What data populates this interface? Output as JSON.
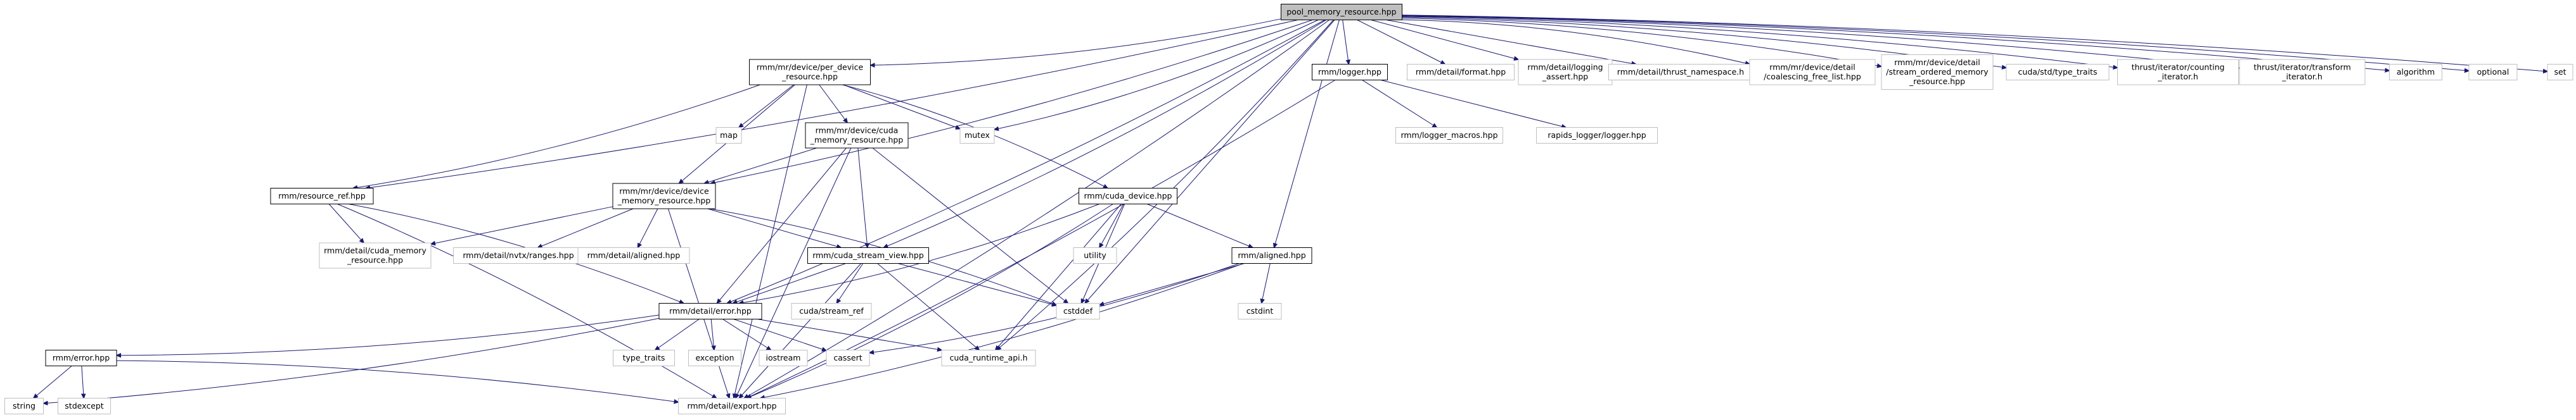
{
  "colors": {
    "edge": "#191970",
    "node_fill": "#ffffff",
    "node_border": "#000000",
    "ghost_border": "#bfbfbf",
    "root_fill": "#bfbfbf"
  },
  "graph": {
    "nodes": [
      {
        "id": "root",
        "lines": [
          "pool_memory_resource.hpp"
        ],
        "kind": "root"
      },
      {
        "id": "perdev",
        "lines": [
          "rmm/mr/device/per_device",
          "_resource.hpp"
        ],
        "kind": "file"
      },
      {
        "id": "mutex",
        "lines": [
          "mutex"
        ],
        "kind": "ghost"
      },
      {
        "id": "logger",
        "lines": [
          "rmm/logger.hpp"
        ],
        "kind": "file"
      },
      {
        "id": "format",
        "lines": [
          "rmm/detail/format.hpp"
        ],
        "kind": "ghost"
      },
      {
        "id": "logassert",
        "lines": [
          "rmm/detail/logging",
          "_assert.hpp"
        ],
        "kind": "ghost"
      },
      {
        "id": "thrustns",
        "lines": [
          "rmm/detail/thrust_namespace.h"
        ],
        "kind": "ghost"
      },
      {
        "id": "coalesce",
        "lines": [
          "rmm/mr/device/detail",
          "/coalescing_free_list.hpp"
        ],
        "kind": "ghost"
      },
      {
        "id": "streamord",
        "lines": [
          "rmm/mr/device/detail",
          "/stream_ordered_memory",
          "_resource.hpp"
        ],
        "kind": "ghost"
      },
      {
        "id": "typetraits",
        "lines": [
          "cuda/std/type_traits"
        ],
        "kind": "ghost"
      },
      {
        "id": "counting",
        "lines": [
          "thrust/iterator/counting",
          "_iterator.h"
        ],
        "kind": "ghost"
      },
      {
        "id": "transform",
        "lines": [
          "thrust/iterator/transform",
          "_iterator.h"
        ],
        "kind": "ghost"
      },
      {
        "id": "algorithm",
        "lines": [
          "algorithm"
        ],
        "kind": "ghost"
      },
      {
        "id": "optional",
        "lines": [
          "optional"
        ],
        "kind": "ghost"
      },
      {
        "id": "set",
        "lines": [
          "set"
        ],
        "kind": "ghost"
      },
      {
        "id": "map",
        "lines": [
          "map"
        ],
        "kind": "ghost"
      },
      {
        "id": "cudamr",
        "lines": [
          "rmm/mr/device/cuda",
          "_memory_resource.hpp"
        ],
        "kind": "file"
      },
      {
        "id": "loggermacros",
        "lines": [
          "rmm/logger_macros.hpp"
        ],
        "kind": "ghost"
      },
      {
        "id": "rapidslogger",
        "lines": [
          "rapids_logger/logger.hpp"
        ],
        "kind": "ghost"
      },
      {
        "id": "resref",
        "lines": [
          "rmm/resource_ref.hpp"
        ],
        "kind": "file"
      },
      {
        "id": "devmr",
        "lines": [
          "rmm/mr/device/device",
          "_memory_resource.hpp"
        ],
        "kind": "file"
      },
      {
        "id": "cudadev",
        "lines": [
          "rmm/cuda_device.hpp"
        ],
        "kind": "file"
      },
      {
        "id": "cudamrdetail",
        "lines": [
          "rmm/detail/cuda_memory",
          "_resource.hpp"
        ],
        "kind": "ghost"
      },
      {
        "id": "nvtx",
        "lines": [
          "rmm/detail/nvtx/ranges.hpp"
        ],
        "kind": "ghost"
      },
      {
        "id": "aligneddet",
        "lines": [
          "rmm/detail/aligned.hpp"
        ],
        "kind": "ghost"
      },
      {
        "id": "utility",
        "lines": [
          "utility"
        ],
        "kind": "ghost"
      },
      {
        "id": "aligned",
        "lines": [
          "rmm/aligned.hpp"
        ],
        "kind": "file"
      },
      {
        "id": "csv",
        "lines": [
          "rmm/cuda_stream_view.hpp"
        ],
        "kind": "file"
      },
      {
        "id": "streamref",
        "lines": [
          "cuda/stream_ref"
        ],
        "kind": "ghost"
      },
      {
        "id": "cstddef",
        "lines": [
          "cstddef"
        ],
        "kind": "ghost"
      },
      {
        "id": "cstdint",
        "lines": [
          "cstdint"
        ],
        "kind": "ghost"
      },
      {
        "id": "deterror",
        "lines": [
          "rmm/detail/error.hpp"
        ],
        "kind": "file"
      },
      {
        "id": "error",
        "lines": [
          "rmm/error.hpp"
        ],
        "kind": "file"
      },
      {
        "id": "typetraits2",
        "lines": [
          "type_traits"
        ],
        "kind": "ghost"
      },
      {
        "id": "exception",
        "lines": [
          "exception"
        ],
        "kind": "ghost"
      },
      {
        "id": "iostream",
        "lines": [
          "iostream"
        ],
        "kind": "ghost"
      },
      {
        "id": "cassert",
        "lines": [
          "cassert"
        ],
        "kind": "ghost"
      },
      {
        "id": "cudaruntime",
        "lines": [
          "cuda_runtime_api.h"
        ],
        "kind": "ghost"
      },
      {
        "id": "string",
        "lines": [
          "string"
        ],
        "kind": "ghost"
      },
      {
        "id": "stdexcept",
        "lines": [
          "stdexcept"
        ],
        "kind": "ghost"
      },
      {
        "id": "export",
        "lines": [
          "rmm/detail/export.hpp"
        ],
        "kind": "ghost"
      }
    ],
    "edges": [
      [
        "root",
        "perdev"
      ],
      [
        "root",
        "mutex"
      ],
      [
        "root",
        "logger"
      ],
      [
        "root",
        "format"
      ],
      [
        "root",
        "logassert"
      ],
      [
        "root",
        "thrustns"
      ],
      [
        "root",
        "coalesce"
      ],
      [
        "root",
        "streamord"
      ],
      [
        "root",
        "typetraits"
      ],
      [
        "root",
        "counting"
      ],
      [
        "root",
        "transform"
      ],
      [
        "root",
        "algorithm"
      ],
      [
        "root",
        "optional"
      ],
      [
        "root",
        "set"
      ],
      [
        "root",
        "resref"
      ],
      [
        "root",
        "devmr"
      ],
      [
        "root",
        "csv"
      ],
      [
        "root",
        "aligned"
      ],
      [
        "root",
        "cstddef"
      ],
      [
        "root",
        "deterror"
      ],
      [
        "root",
        "cudaruntime"
      ],
      [
        "root",
        "export"
      ],
      [
        "perdev",
        "map"
      ],
      [
        "perdev",
        "mutex"
      ],
      [
        "perdev",
        "cudamr"
      ],
      [
        "perdev",
        "resref"
      ],
      [
        "perdev",
        "devmr"
      ],
      [
        "perdev",
        "cudadev"
      ],
      [
        "perdev",
        "export"
      ],
      [
        "cudamr",
        "devmr"
      ],
      [
        "cudamr",
        "csv"
      ],
      [
        "cudamr",
        "cstddef"
      ],
      [
        "cudamr",
        "deterror"
      ],
      [
        "cudamr",
        "export"
      ],
      [
        "logger",
        "loggermacros"
      ],
      [
        "logger",
        "rapidslogger"
      ],
      [
        "logger",
        "export"
      ],
      [
        "resref",
        "cudamrdetail"
      ],
      [
        "resref",
        "deterror"
      ],
      [
        "resref",
        "export"
      ],
      [
        "devmr",
        "cudamrdetail"
      ],
      [
        "devmr",
        "nvtx"
      ],
      [
        "devmr",
        "aligneddet"
      ],
      [
        "devmr",
        "csv"
      ],
      [
        "devmr",
        "cstddef"
      ],
      [
        "devmr",
        "export"
      ],
      [
        "cudadev",
        "utility"
      ],
      [
        "cudadev",
        "aligned"
      ],
      [
        "cudadev",
        "cstddef"
      ],
      [
        "cudadev",
        "deterror"
      ],
      [
        "cudadev",
        "cudaruntime"
      ],
      [
        "cudadev",
        "export"
      ],
      [
        "aligned",
        "cstdint"
      ],
      [
        "aligned",
        "cstddef"
      ],
      [
        "aligned",
        "cassert"
      ],
      [
        "aligned",
        "export"
      ],
      [
        "csv",
        "streamref"
      ],
      [
        "csv",
        "cstddef"
      ],
      [
        "csv",
        "deterror"
      ],
      [
        "csv",
        "cudaruntime"
      ],
      [
        "csv",
        "export"
      ],
      [
        "deterror",
        "error"
      ],
      [
        "deterror",
        "typetraits2"
      ],
      [
        "deterror",
        "exception"
      ],
      [
        "deterror",
        "iostream"
      ],
      [
        "deterror",
        "cassert"
      ],
      [
        "deterror",
        "cudaruntime"
      ],
      [
        "deterror",
        "string"
      ],
      [
        "error",
        "string"
      ],
      [
        "error",
        "stdexcept"
      ],
      [
        "error",
        "export"
      ]
    ]
  }
}
